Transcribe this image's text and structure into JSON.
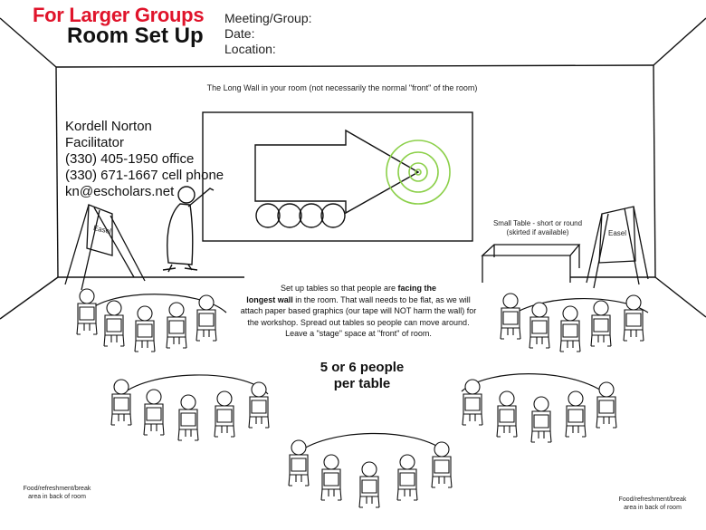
{
  "header": {
    "title_line1": "For Larger Groups",
    "title_line2": "Room Set Up",
    "meeting_label": "Meeting/Group:",
    "date_label": "Date:",
    "location_label": "Location:"
  },
  "wall_caption": "The Long Wall in your room (not necessarily the normal \"front\" of the room)",
  "contact": {
    "name": "Kordell Norton",
    "role": "Facilitator",
    "office_phone": "(330) 405-1950 office",
    "cell_phone": "(330) 671-1667 cell phone",
    "email": "kn@escholars.net"
  },
  "easel_left_label": "Easel",
  "easel_right_label": "Easel",
  "small_table_label_line1": "Small Table - short or round",
  "small_table_label_line2": "(skirted if available)",
  "instructions": {
    "part1": "Set up tables so that people are ",
    "bold1": "facing the",
    "bold2": "longest wall",
    "part2": " in the room.  That wall needs to be flat, as we will attach paper based graphics (our tape will NOT harm the wall) for the workshop.  Spread out tables so people can move around.  Leave a \"stage\" space at \"front\" of room."
  },
  "people_note_line1": "5 or 6 people",
  "people_note_line2": "per table",
  "food_left": "Food/refreshment/break area in back of room",
  "food_right": "Food/refreshment/break area in back of room",
  "colors": {
    "title_red": "#e0142b",
    "target_green": "#8cd04a"
  }
}
